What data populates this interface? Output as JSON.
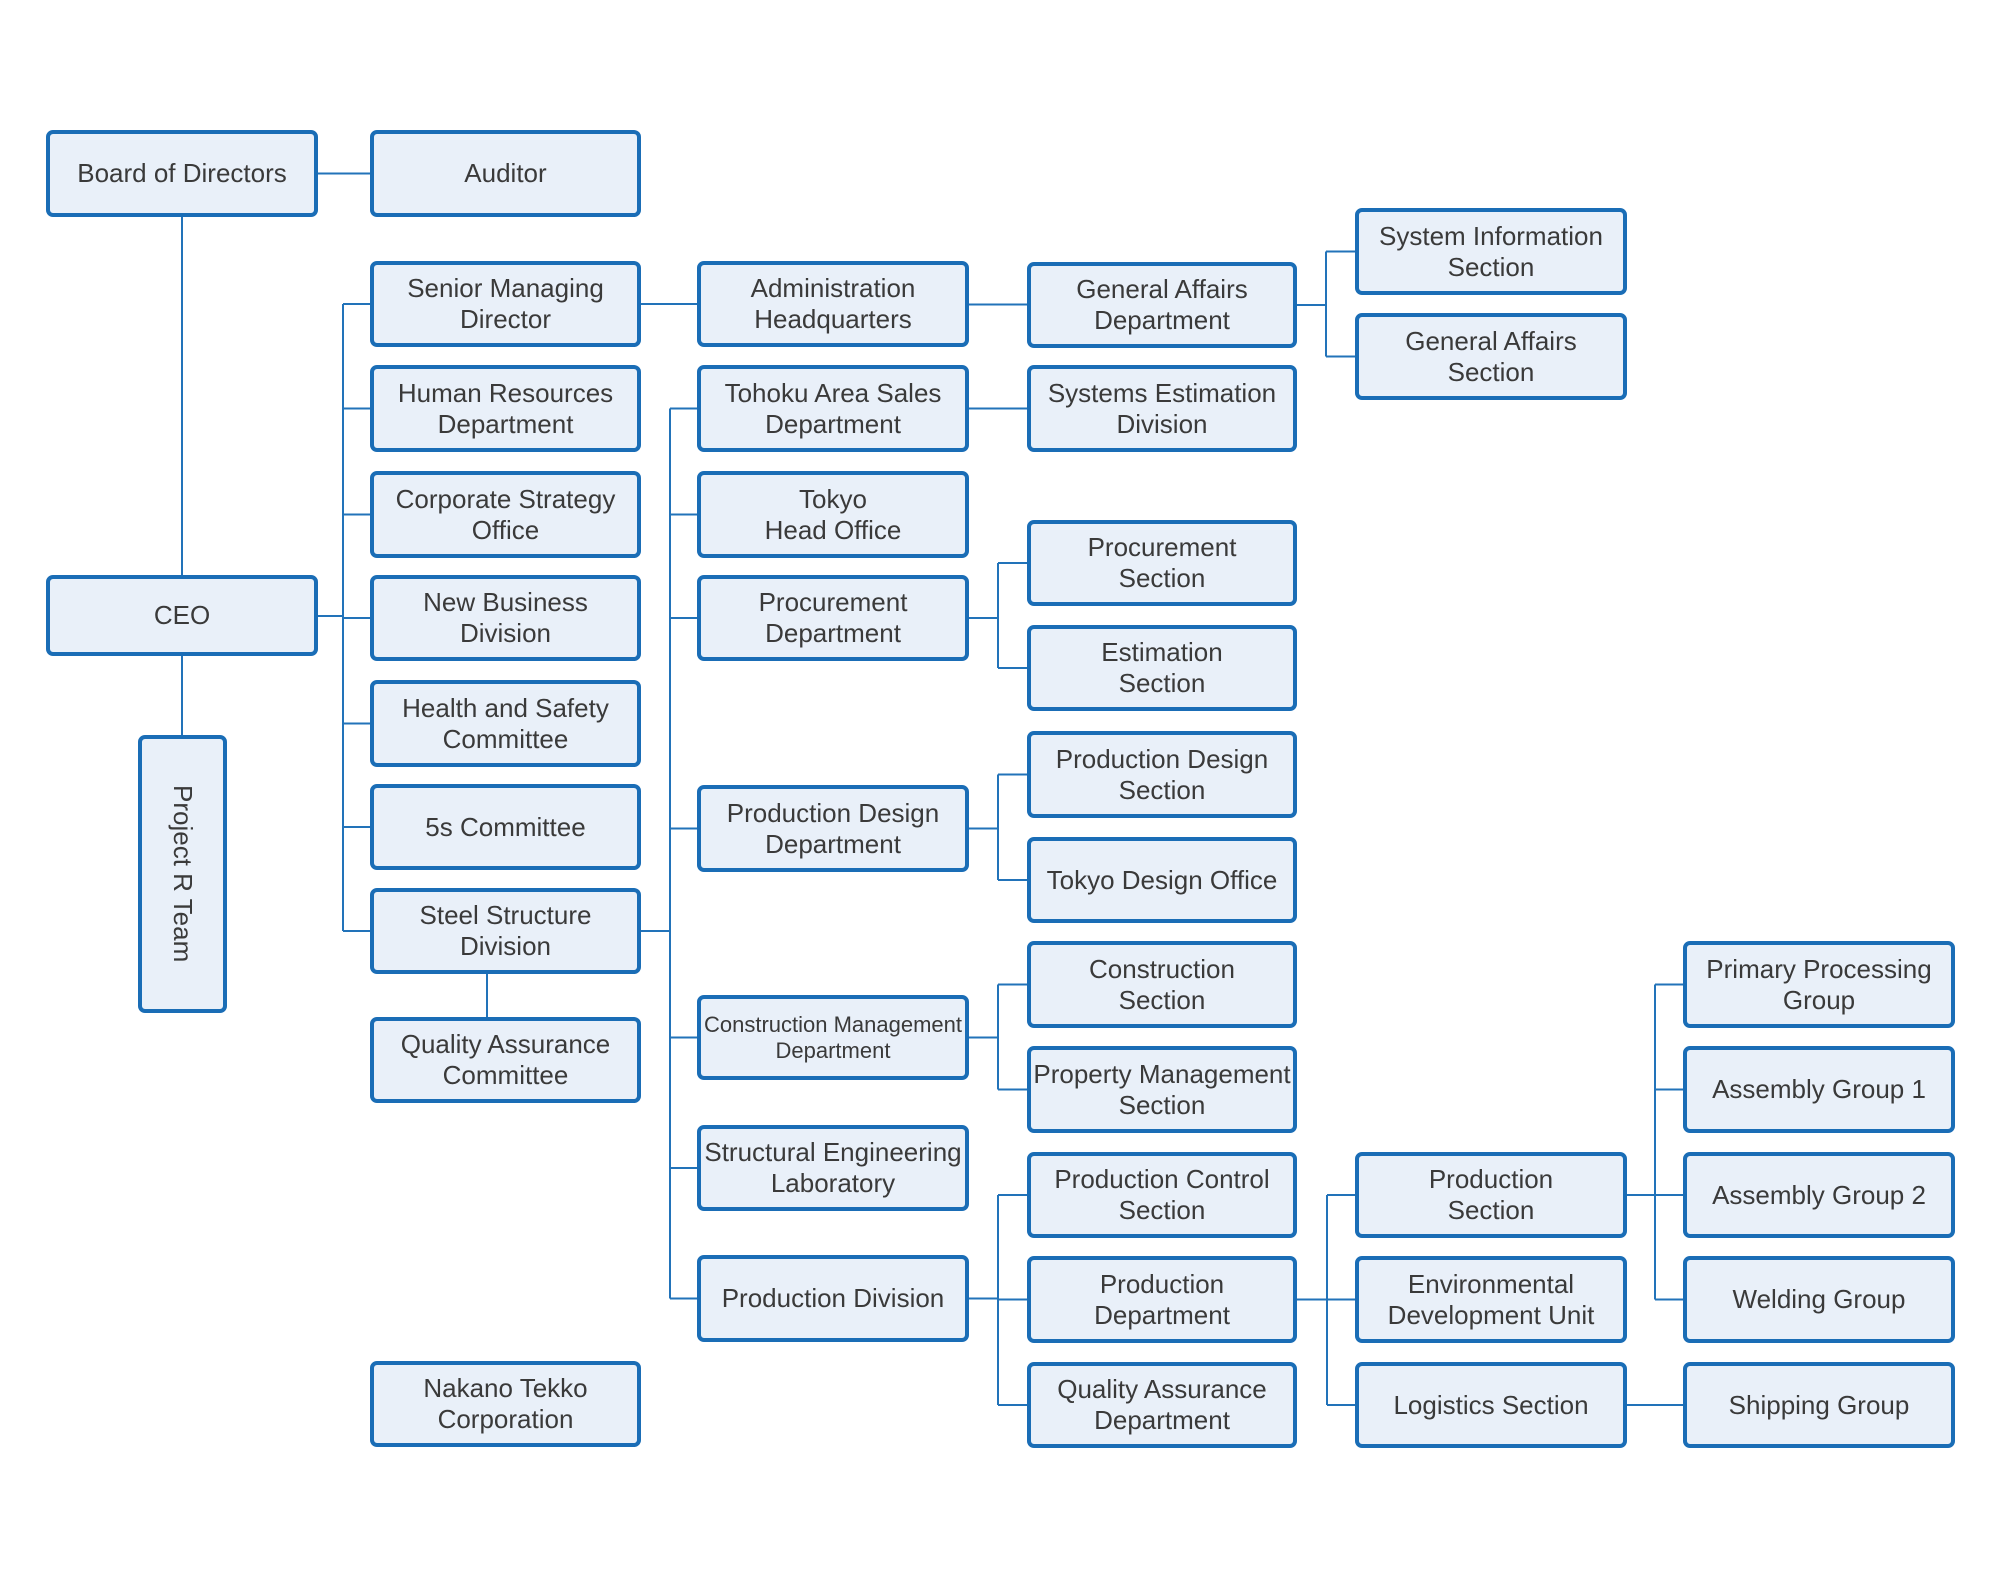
{
  "colors": {
    "box_fill": "#e9f0f9",
    "box_border": "#1a6db6",
    "connector_line": "#2273b9",
    "text": "#3a3a3a",
    "background": "#ffffff"
  },
  "nodes": {
    "board_of_directors": "Board of Directors",
    "auditor": "Auditor",
    "ceo": "CEO",
    "project_r_team": "Project R Team",
    "senior_managing_director": "Senior Managing\nDirector",
    "human_resources_department": "Human Resources\nDepartment",
    "corporate_strategy_office": "Corporate Strategy\nOffice",
    "new_business_division": "New Business\nDivision",
    "health_and_safety_committee": "Health and Safety\nCommittee",
    "committee_5s": "5s Committee",
    "steel_structure_division": "Steel Structure\nDivision",
    "quality_assurance_committee": "Quality Assurance\nCommittee",
    "nakano_tekko_corporation": "Nakano Tekko\nCorporation",
    "administration_headquarters": "Administration\nHeadquarters",
    "tohoku_area_sales_department": "Tohoku Area Sales\nDepartment",
    "tokyo_head_office": "Tokyo\nHead Office",
    "procurement_department": "Procurement\nDepartment",
    "production_design_department": "Production Design\nDepartment",
    "construction_management_department": "Construction Management\nDepartment",
    "structural_engineering_laboratory": "Structural Engineering\nLaboratory",
    "production_division": "Production Division",
    "general_affairs_department": "General Affairs\nDepartment",
    "systems_estimation_division": "Systems Estimation\nDivision",
    "procurement_section": "Procurement\nSection",
    "estimation_section": "Estimation\nSection",
    "production_design_section": "Production Design\nSection",
    "tokyo_design_office": "Tokyo Design Office",
    "construction_section": "Construction\nSection",
    "property_management_section": "Property Management\nSection",
    "production_control_section": "Production Control\nSection",
    "production_department": "Production\nDepartment",
    "quality_assurance_department": "Quality Assurance\nDepartment",
    "system_information_section": "System Information\nSection",
    "general_affairs_section": "General Affairs\nSection",
    "production_section": "Production\nSection",
    "environmental_development_unit": "Environmental\nDevelopment Unit",
    "logistics_section": "Logistics Section",
    "primary_processing_group": "Primary Processing\nGroup",
    "assembly_group_1": "Assembly Group 1",
    "assembly_group_2": "Assembly Group 2",
    "welding_group": "Welding Group",
    "shipping_group": "Shipping Group"
  },
  "edges": [
    [
      "board_of_directors",
      "auditor"
    ],
    [
      "board_of_directors",
      "ceo"
    ],
    [
      "ceo",
      "project_r_team"
    ],
    [
      "ceo",
      "senior_managing_director"
    ],
    [
      "ceo",
      "human_resources_department"
    ],
    [
      "ceo",
      "corporate_strategy_office"
    ],
    [
      "ceo",
      "new_business_division"
    ],
    [
      "ceo",
      "health_and_safety_committee"
    ],
    [
      "ceo",
      "committee_5s"
    ],
    [
      "ceo",
      "steel_structure_division"
    ],
    [
      "steel_structure_division",
      "quality_assurance_committee"
    ],
    [
      "senior_managing_director",
      "administration_headquarters"
    ],
    [
      "administration_headquarters",
      "general_affairs_department"
    ],
    [
      "general_affairs_department",
      "system_information_section"
    ],
    [
      "general_affairs_department",
      "general_affairs_section"
    ],
    [
      "tohoku_area_sales_department",
      "systems_estimation_division"
    ],
    [
      "steel_structure_division",
      "tohoku_area_sales_department"
    ],
    [
      "steel_structure_division",
      "tokyo_head_office"
    ],
    [
      "steel_structure_division",
      "procurement_department"
    ],
    [
      "steel_structure_division",
      "production_design_department"
    ],
    [
      "steel_structure_division",
      "construction_management_department"
    ],
    [
      "steel_structure_division",
      "structural_engineering_laboratory"
    ],
    [
      "steel_structure_division",
      "production_division"
    ],
    [
      "procurement_department",
      "procurement_section"
    ],
    [
      "procurement_department",
      "estimation_section"
    ],
    [
      "production_design_department",
      "production_design_section"
    ],
    [
      "production_design_department",
      "tokyo_design_office"
    ],
    [
      "construction_management_department",
      "construction_section"
    ],
    [
      "construction_management_department",
      "property_management_section"
    ],
    [
      "production_division",
      "production_control_section"
    ],
    [
      "production_division",
      "production_department"
    ],
    [
      "production_division",
      "quality_assurance_department"
    ],
    [
      "production_department",
      "production_section"
    ],
    [
      "production_department",
      "environmental_development_unit"
    ],
    [
      "production_department",
      "logistics_section"
    ],
    [
      "production_section",
      "primary_processing_group"
    ],
    [
      "production_section",
      "assembly_group_1"
    ],
    [
      "production_section",
      "assembly_group_2"
    ],
    [
      "production_section",
      "welding_group"
    ],
    [
      "logistics_section",
      "shipping_group"
    ]
  ]
}
